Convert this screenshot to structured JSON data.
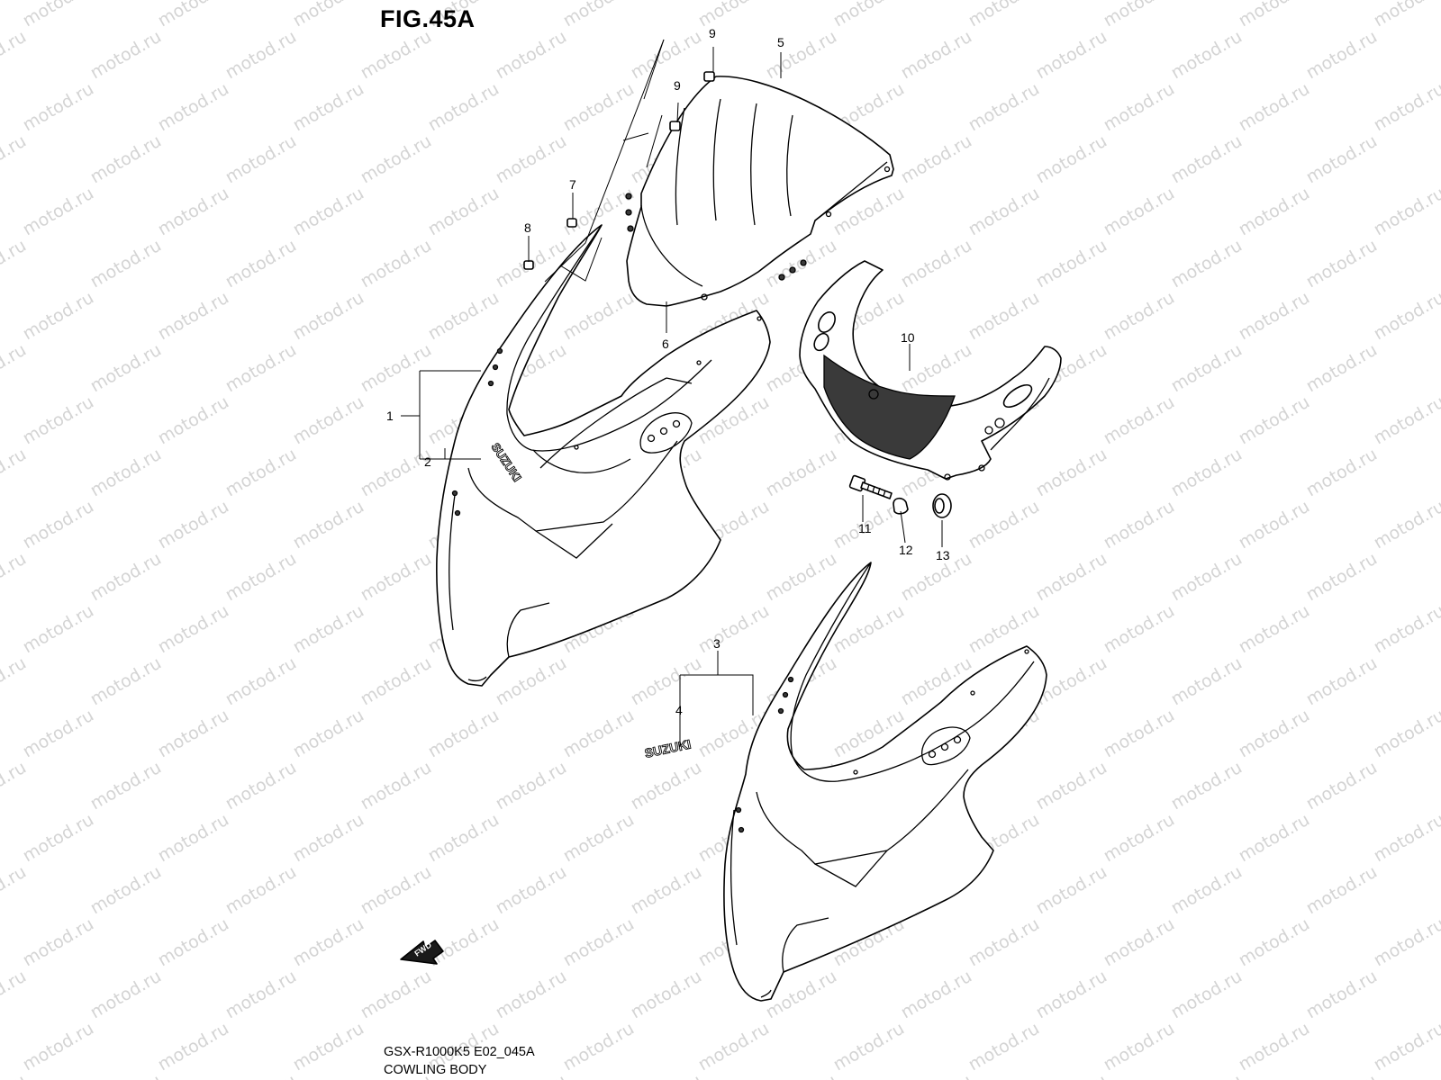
{
  "figure": {
    "title": "FIG.45A",
    "code": "GSX-R1000K5 E02_045A",
    "name": "COWLING BODY"
  },
  "watermark": {
    "text": "motod.ru"
  },
  "callouts": [
    "1",
    "2",
    "3",
    "4",
    "5",
    "6",
    "7",
    "8",
    "9",
    "9",
    "10",
    "11",
    "12",
    "13"
  ],
  "logos": {
    "upper_cowl": "SUZUKI",
    "emblem": "SUZUKI"
  },
  "direction": {
    "label": "FWD"
  }
}
